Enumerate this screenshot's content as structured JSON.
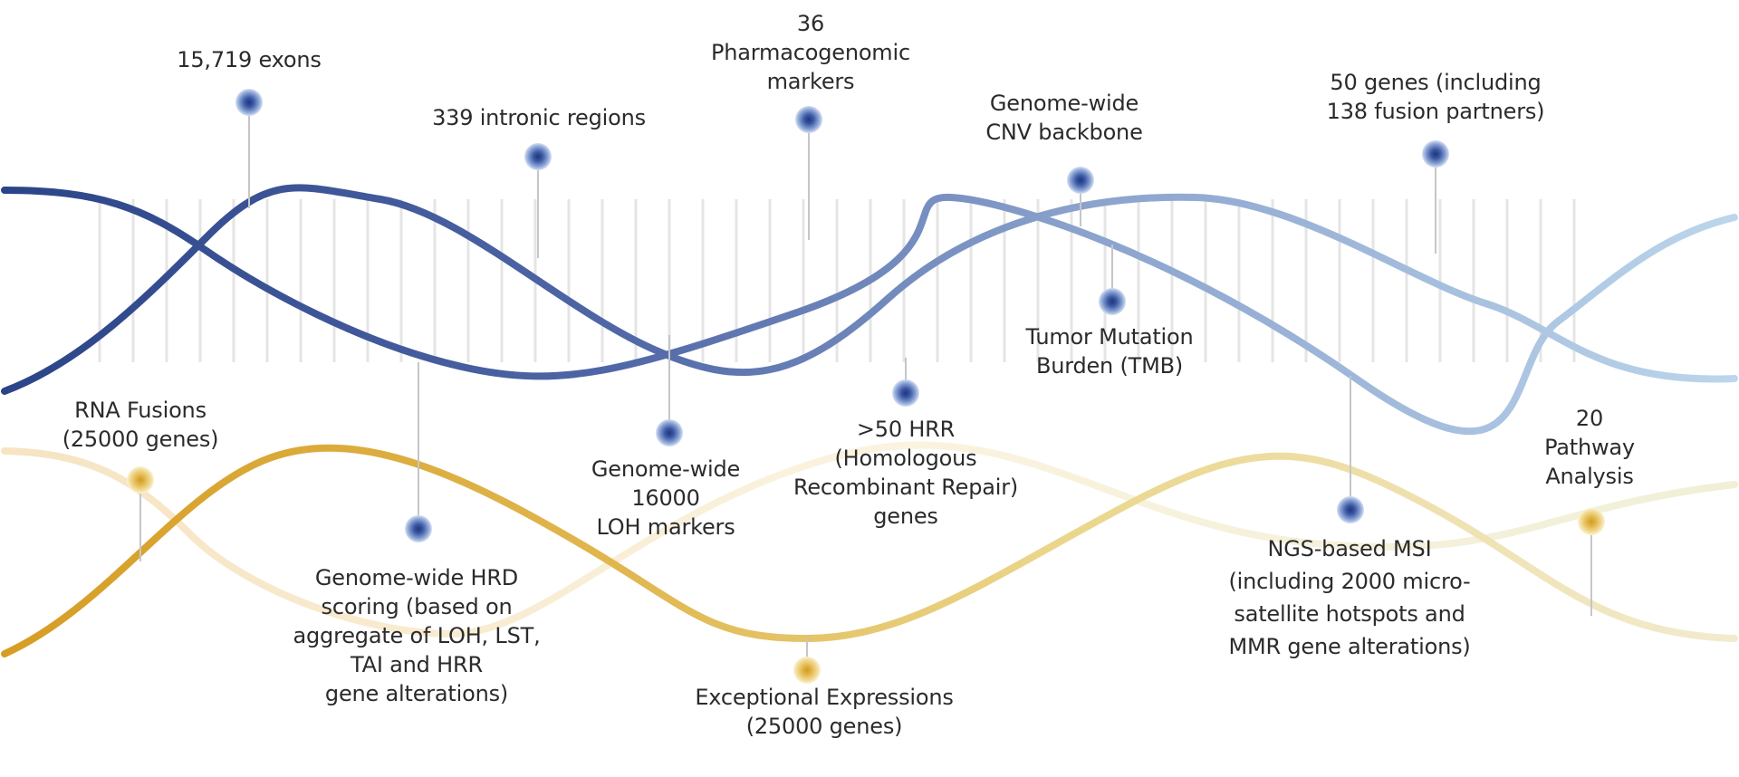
{
  "colors": {
    "strand_dark": "#2f4a8e",
    "strand_light": "#b9d3ea",
    "gold_dark": "#d7a531",
    "gold_light": "#f3eed9",
    "rung": "#e5e5e5",
    "stem": "#c6c6c6"
  },
  "dna_markers": [
    {
      "id": "exons",
      "lines": [
        "15,719 exons"
      ]
    },
    {
      "id": "intronic",
      "lines": [
        "339 intronic regions"
      ]
    },
    {
      "id": "pgx",
      "lines": [
        "36",
        "Pharmacogenomic",
        "markers"
      ]
    },
    {
      "id": "cnv",
      "lines": [
        "Genome-wide",
        "CNV backbone"
      ]
    },
    {
      "id": "fusion_genes",
      "lines": [
        "50 genes (including",
        "138  fusion partners)"
      ]
    },
    {
      "id": "tmb",
      "lines": [
        "Tumor Mutation",
        "Burden (TMB)"
      ]
    },
    {
      "id": "loh",
      "lines": [
        "Genome-wide",
        "16000",
        "LOH markers"
      ]
    },
    {
      "id": "hrr",
      "lines": [
        ">50 HRR",
        "(Homologous",
        "Recombinant Repair)",
        "genes"
      ]
    },
    {
      "id": "hrd",
      "lines": [
        "Genome-wide HRD",
        "scoring  (based on",
        "aggregate of LOH, LST,",
        "TAI and HRR",
        "gene alterations)"
      ]
    },
    {
      "id": "msi",
      "lines": [
        "NGS-based MSI",
        "(including 2000 micro-",
        "satellite hotspots and",
        "MMR gene alterations)"
      ]
    }
  ],
  "rna_markers": [
    {
      "id": "rna_fusions",
      "lines": [
        "RNA Fusions",
        "(25000 genes)"
      ]
    },
    {
      "id": "expression",
      "lines": [
        "Exceptional Expressions",
        "(25000 genes)"
      ]
    },
    {
      "id": "pathway",
      "lines": [
        "20",
        "Pathway",
        "Analysis"
      ]
    }
  ]
}
